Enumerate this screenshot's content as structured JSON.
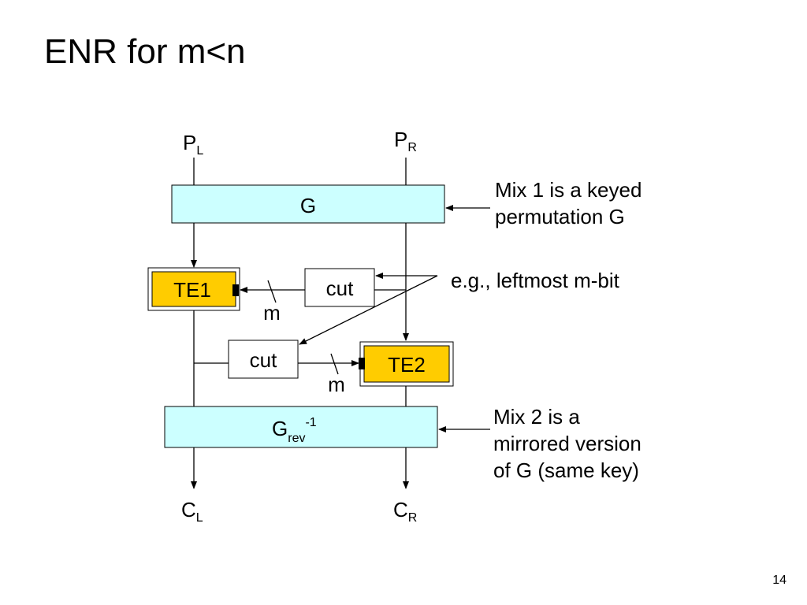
{
  "slide": {
    "title": "ENR for m<n",
    "page_number": "14"
  },
  "diagram": {
    "inputs": {
      "left": {
        "main": "P",
        "sub": "L"
      },
      "right": {
        "main": "P",
        "sub": "R"
      }
    },
    "outputs": {
      "left": {
        "main": "C",
        "sub": "L"
      },
      "right": {
        "main": "C",
        "sub": "R"
      }
    },
    "mix1_label": "G",
    "mix2_label": {
      "main": "G",
      "sub": "rev",
      "sup": "-1"
    },
    "te1_label": "TE1",
    "te2_label": "TE2",
    "cut_top_label": "cut",
    "cut_bottom_label": "cut",
    "m_top_label": "m",
    "m_bottom_label": "m",
    "colors": {
      "mix": "#ccffff",
      "te": "#ffcc00",
      "cut": "#ffffff",
      "line": "#000000"
    }
  },
  "notes": {
    "mix1_line1": "Mix 1 is a keyed",
    "mix1_line2": "permutation G",
    "cut_note": "e.g., leftmost m-bit",
    "mix2_line1": "Mix 2 is a",
    "mix2_line2": "mirrored version",
    "mix2_line3": "of G (same key)"
  }
}
